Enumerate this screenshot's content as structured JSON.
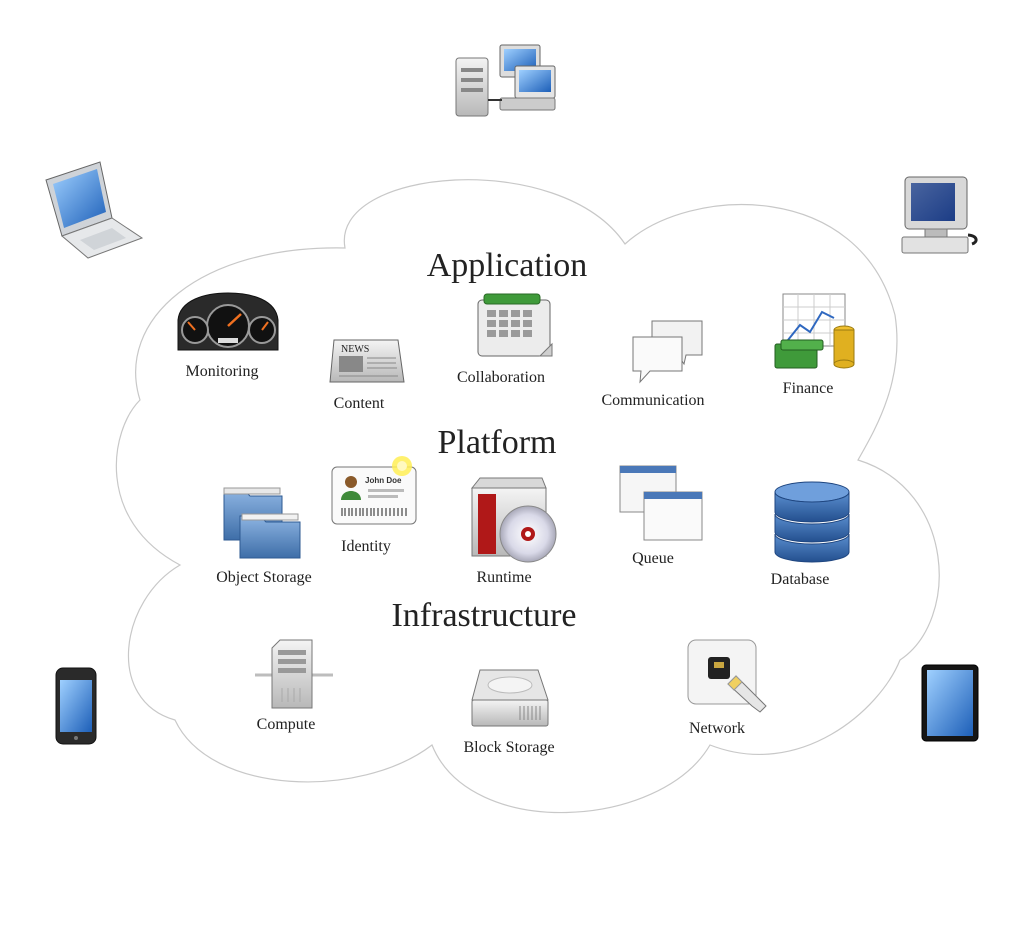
{
  "layers": {
    "application": "Application",
    "platform": "Platform",
    "infrastructure": "Infrastructure"
  },
  "services": {
    "monitoring": "Monitoring",
    "content": "Content",
    "collaboration": "Collaboration",
    "communication": "Communication",
    "finance": "Finance",
    "identity": "Identity",
    "object_storage": "Object Storage",
    "runtime": "Runtime",
    "queue": "Queue",
    "database": "Database",
    "compute": "Compute",
    "block_storage": "Block Storage",
    "network": "Network"
  },
  "icon_text": {
    "news": "NEWS",
    "id_name": "John Doe"
  },
  "clients": [
    "servers-icon",
    "laptop-icon",
    "desktop-icon",
    "phone-icon",
    "tablet-icon"
  ],
  "colors": {
    "cloud_stroke": "#c8c8c8",
    "blue": "#3a6fb0",
    "gold": "#e0b020",
    "green": "#3f9a3a",
    "red": "#b01818"
  }
}
